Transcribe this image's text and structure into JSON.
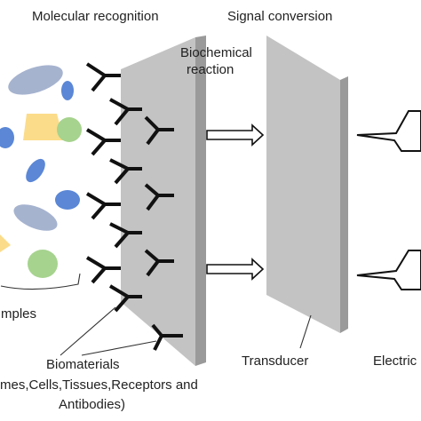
{
  "labels": {
    "molecular_recognition": "Molecular recognition",
    "signal_conversion": "Signal conversion",
    "biochemical_reaction_line1": "Biochemical",
    "biochemical_reaction_line2": "reaction",
    "samples_partial": "mples",
    "biomaterials_line1": "Biomaterials",
    "biomaterials_line2": "mes,Cells,Tissues,Receptors and",
    "biomaterials_line3": "Antibodies)",
    "transducer": "Transducer",
    "electric_partial": "Electric"
  },
  "colors": {
    "panel_front": "#c3c3c3",
    "panel_side": "#9a9a9a",
    "sample_blue_light": "#a6b3cf",
    "sample_blue": "#5b87d6",
    "sample_yellow": "#fbdc8a",
    "sample_green": "#a6d38e",
    "receptor": "#111111"
  },
  "icons": [
    "receptor-y-icon",
    "hollow-arrow-icon",
    "lightning-bolt-icon"
  ]
}
